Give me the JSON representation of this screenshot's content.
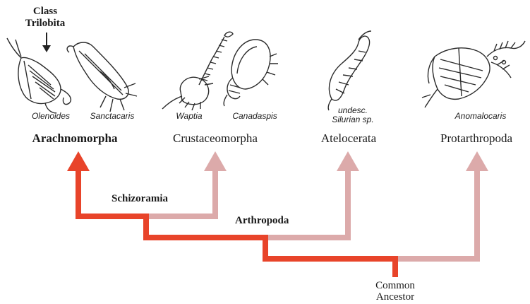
{
  "colors": {
    "highlight_path": "#e8442a",
    "faded_path": "#dcaaaa",
    "line_art": "#2b2b2b"
  },
  "annotation": {
    "line1": "Class",
    "line2": "Trilobita"
  },
  "species": {
    "olenoides": "Olenoides",
    "sanctacaris": "Sanctacaris",
    "waptia": "Waptia",
    "canadaspis": "Canadaspis",
    "undesc_line1": "undesc.",
    "undesc_line2": "Silurian sp.",
    "anomalocaris": "Anomalocaris"
  },
  "groups": {
    "arachnomorpha": "Arachnomorpha",
    "crustaceomorpha": "Crustaceomorpha",
    "atelocerata": "Atelocerata",
    "protarthropoda": "Protarthropoda"
  },
  "nodes": {
    "schizoramia": "Schizoramia",
    "arthropoda": "Arthropoda",
    "root_line1": "Common",
    "root_line2": "Ancestor"
  }
}
